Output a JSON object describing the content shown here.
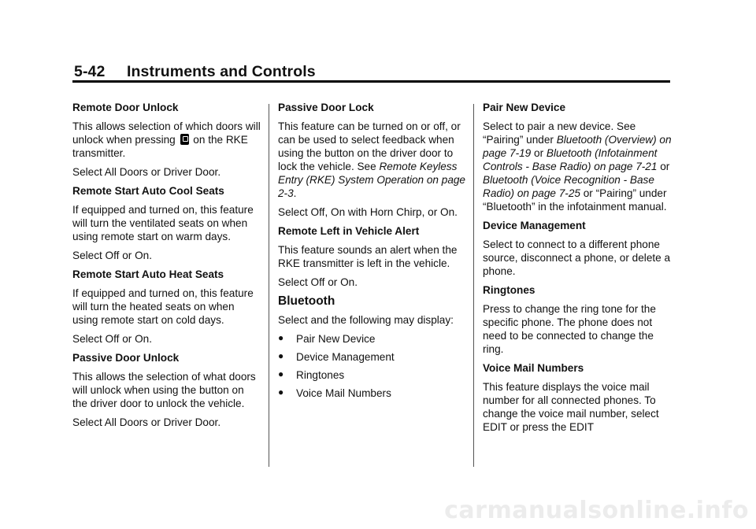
{
  "header": {
    "title": "5-42     Instruments and Controls"
  },
  "col1": {
    "remote_door_unlock": {
      "heading": "Remote Door Unlock",
      "text_before_icon": "This allows selection of which doors will unlock when pressing",
      "text_after_icon": "on the RKE transmitter.",
      "select": "Select All Doors or Driver Door."
    },
    "auto_cool_seats": {
      "heading": "Remote Start Auto Cool Seats",
      "text": "If equipped and turned on, this feature will turn the ventilated seats on when using remote start on warm days.",
      "select": "Select Off or On."
    },
    "auto_heat_seats": {
      "heading": "Remote Start Auto Heat Seats",
      "text": "If equipped and turned on, this feature will turn the heated seats on when using remote start on cold days.",
      "select": "Select Off or On."
    },
    "passive_door_unlock": {
      "heading": "Passive Door Unlock",
      "text": "This allows the selection of what doors will unlock when using the button on the driver door to unlock the vehicle.",
      "select": "Select All Doors or Driver Door."
    }
  },
  "col2": {
    "passive_door_lock": {
      "heading": "Passive Door Lock",
      "text": "This feature can be turned on or off, or can be used to select feedback when using the button on the driver door to lock the vehicle. See",
      "ref": "Remote Keyless Entry (RKE) System Operation on page 2-3",
      "ref_end": ".",
      "select": "Select Off, On with Horn Chirp, or On."
    },
    "remote_left_alert": {
      "heading": "Remote Left in Vehicle Alert",
      "text": "This feature sounds an alert when the RKE transmitter is left in the vehicle.",
      "select": "Select Off or On."
    },
    "bluetooth": {
      "heading": "Bluetooth",
      "text": "Select and the following may display:",
      "items": [
        "Pair New Device",
        "Device Management",
        "Ringtones",
        "Voice Mail Numbers"
      ]
    }
  },
  "col3": {
    "pair_new_device": {
      "heading": "Pair New Device",
      "t1": "Select to pair a new device. See “Pairing” under",
      "r1": "Bluetooth (Overview) on page 7-19",
      "t2": "or",
      "r2": "Bluetooth (Infotainment Controls - Base Radio) on page 7-21",
      "t3": "or",
      "r3": "Bluetooth (Voice Recognition - Base Radio) on page 7-25",
      "t4": "or “Pairing” under “Bluetooth” in the infotainment manual."
    },
    "device_management": {
      "heading": "Device Management",
      "text": "Select to connect to a different phone source, disconnect a phone, or delete a phone."
    },
    "ringtones": {
      "heading": "Ringtones",
      "text": "Press to change the ring tone for the specific phone. The phone does not need to be connected to change the ring."
    },
    "voice_mail": {
      "heading": "Voice Mail Numbers",
      "text": "This feature displays the voice mail number for all connected phones. To change the voice mail number, select EDIT or press the EDIT"
    }
  },
  "watermark": "carmanualsonline.info"
}
